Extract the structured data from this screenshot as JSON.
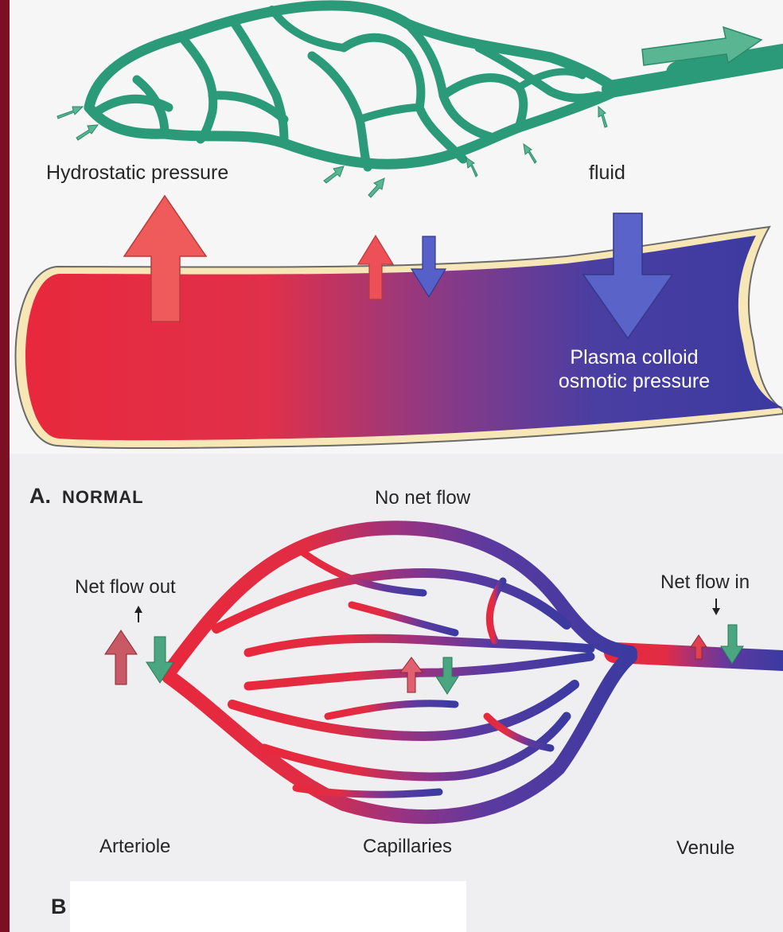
{
  "panel_a": {
    "labels": {
      "hydrostatic": "Hydrostatic pressure",
      "fluid": "fluid",
      "plasma_line1": "Plasma colloid",
      "plasma_line2": "osmotic pressure"
    },
    "panel_letter": "A.",
    "panel_title": "NORMAL"
  },
  "panel_b": {
    "labels": {
      "no_net_flow": "No net flow",
      "net_flow_out": "Net flow out",
      "net_flow_in": "Net flow in",
      "arteriole": "Arteriole",
      "capillaries": "Capillaries",
      "venule": "Venule"
    },
    "panel_letter": "B"
  },
  "colors": {
    "border_maroon": "#7d0f24",
    "lymph_green": "#2a9a78",
    "arterial_red": "#e8283c",
    "venous_blue": "#3b3aa0",
    "out_arrow_red": "#ee5058",
    "in_arrow_blue": "#5560c8",
    "in_arrow_green": "#4aa680"
  }
}
